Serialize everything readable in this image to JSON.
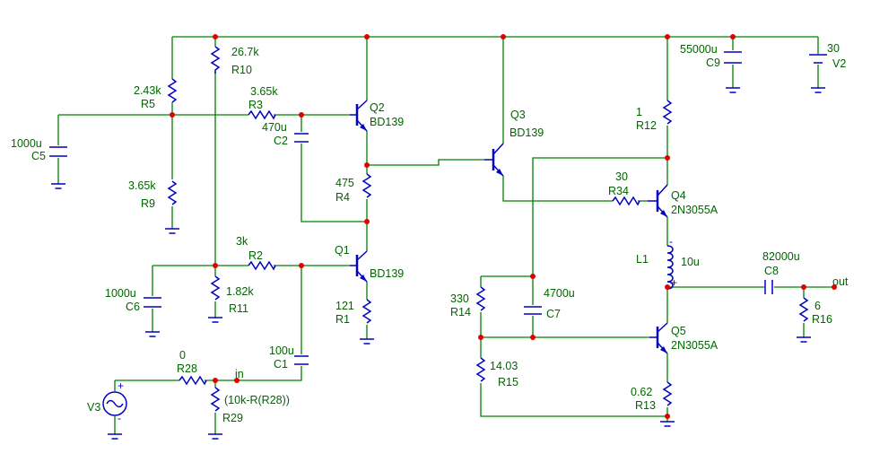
{
  "components": {
    "R10": {
      "value": "26.7k",
      "name": "R10"
    },
    "R5": {
      "value": "2.43k",
      "name": "R5"
    },
    "R3": {
      "value": "3.65k",
      "name": "R3"
    },
    "R9": {
      "value": "3.65k",
      "name": "R9"
    },
    "C5": {
      "value": "1000u",
      "name": "C5"
    },
    "C2": {
      "value": "470u",
      "name": "C2"
    },
    "Q2": {
      "name": "Q2",
      "part": "BD139"
    },
    "R4": {
      "value": "475",
      "name": "R4"
    },
    "Q3": {
      "name": "Q3",
      "part": "BD139"
    },
    "R12": {
      "value": "1",
      "name": "R12"
    },
    "C9": {
      "value": "55000u",
      "name": "C9"
    },
    "V2": {
      "value": "30",
      "name": "V2"
    },
    "R34": {
      "value": "30",
      "name": "R34"
    },
    "Q4": {
      "name": "Q4",
      "part": "2N3055A"
    },
    "R2": {
      "value": "3k",
      "name": "R2"
    },
    "Q1": {
      "name": "Q1",
      "part": "BD139"
    },
    "C6": {
      "value": "1000u",
      "name": "C6"
    },
    "R11": {
      "value": "1.82k",
      "name": "R11"
    },
    "R1": {
      "value": "121",
      "name": "R1"
    },
    "L1": {
      "value": "10u",
      "name": "L1"
    },
    "C8": {
      "value": "82000u",
      "name": "C8"
    },
    "R16": {
      "value": "6",
      "name": "R16"
    },
    "R14": {
      "value": "330",
      "name": "R14"
    },
    "C7": {
      "value": "4700u",
      "name": "C7"
    },
    "Q5": {
      "name": "Q5",
      "part": "2N3055A"
    },
    "C1": {
      "value": "100u",
      "name": "C1"
    },
    "R15": {
      "value": "14.03",
      "name": "R15"
    },
    "R13": {
      "value": "0.62",
      "name": "R13"
    },
    "R28": {
      "value": "0",
      "name": "R28"
    },
    "R29": {
      "value": "(10k-R(R28))",
      "name": "R29"
    },
    "V3": {
      "name": "V3"
    }
  },
  "nets": {
    "in": "in",
    "out": "out"
  },
  "symbols": {
    "plus": "+",
    "minus": "-"
  }
}
